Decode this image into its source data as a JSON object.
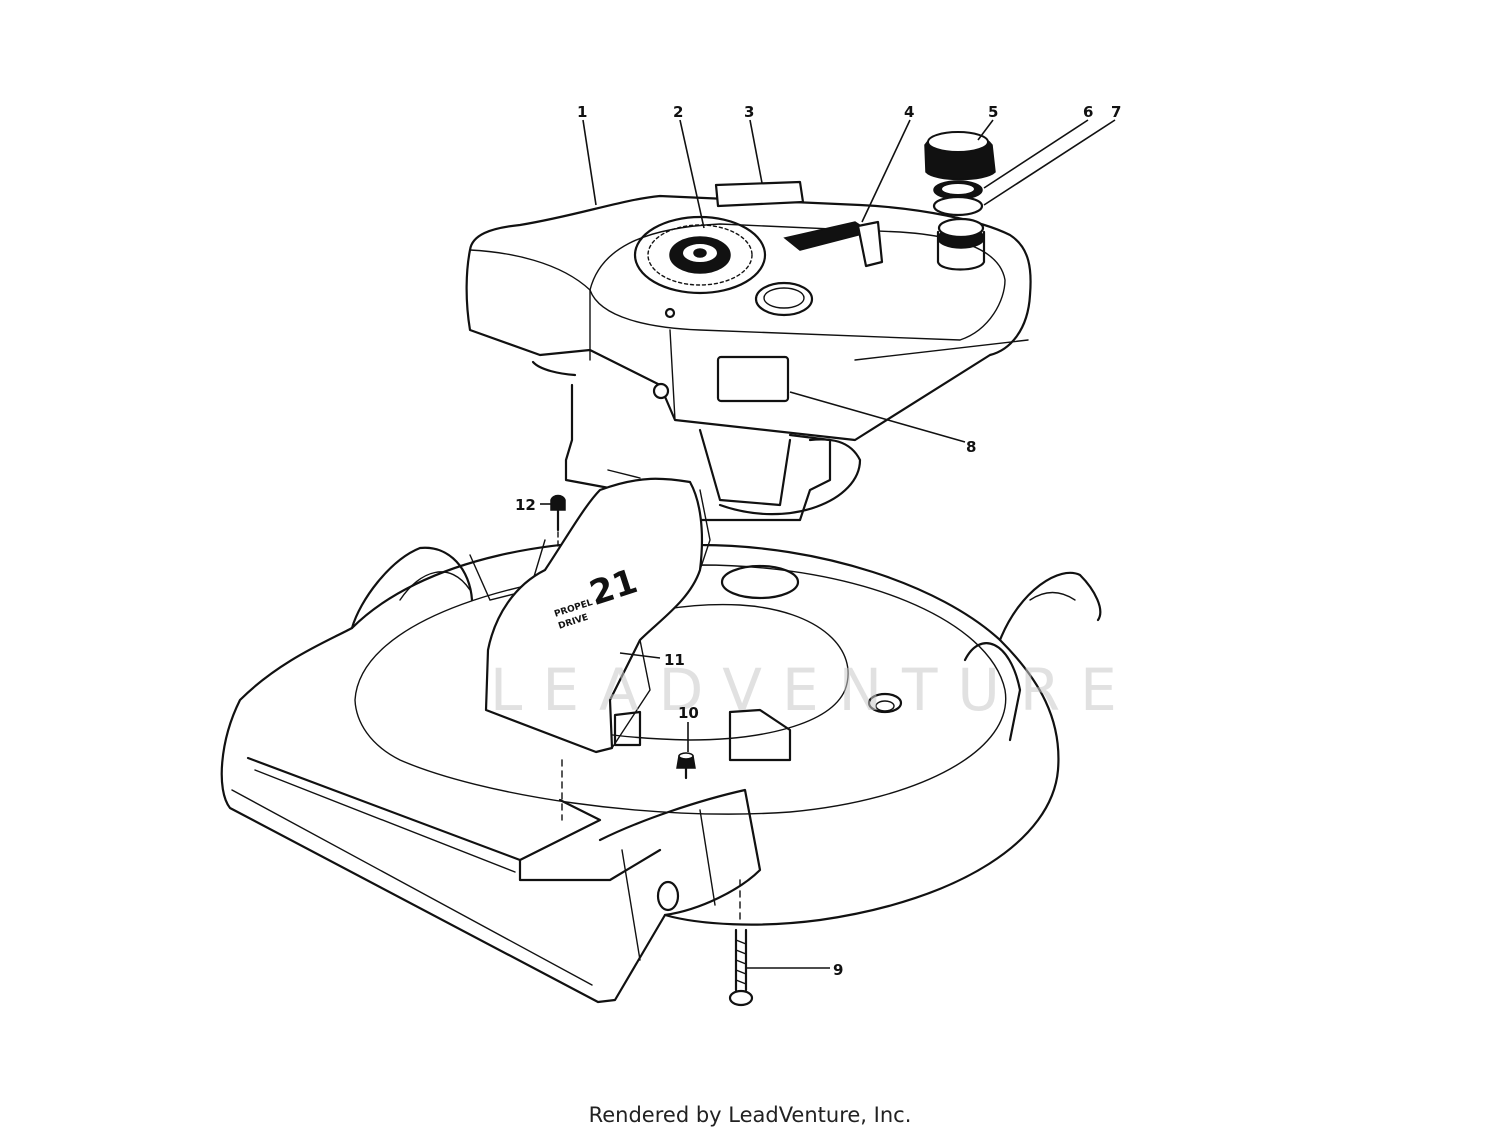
{
  "callouts": [
    {
      "label": "1"
    },
    {
      "label": "2"
    },
    {
      "label": "3"
    },
    {
      "label": "4"
    },
    {
      "label": "5"
    },
    {
      "label": "6"
    },
    {
      "label": "7"
    },
    {
      "label": "8"
    },
    {
      "label": "9"
    },
    {
      "label": "10"
    },
    {
      "label": "11"
    },
    {
      "label": "12"
    }
  ],
  "decal": {
    "number": "21",
    "line1": "PROPEL",
    "line2": "DRIVE"
  },
  "watermark": "LEADVENTURE",
  "footer": {
    "text": "Rendered by LeadVenture, Inc."
  },
  "colors": {
    "ink": "#111111",
    "background": "#ffffff",
    "watermark": "#c9c9c9"
  }
}
